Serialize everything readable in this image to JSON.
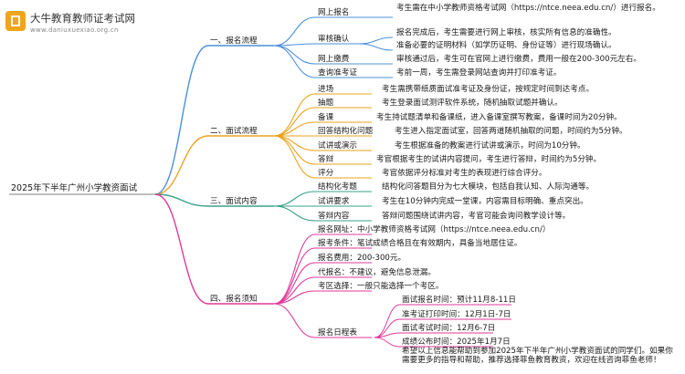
{
  "logo": {
    "name": "大牛教育教师证考试网",
    "url": "www.daniuxuexiao.org.cn"
  },
  "root": {
    "label": "2025年下半年广州小学教资面试"
  },
  "colors": {
    "c1": "#4a90d9",
    "c2": "#e8a31f",
    "c3": "#3aa18a",
    "c4": "#e0399a",
    "root": "#999999"
  },
  "branches": [
    {
      "label": "一、报名流程",
      "items": [
        {
          "label": "网上报名",
          "note": "考生需在中小学教师资格考试网（https://ntce.neea.edu.cn/）进行报名。"
        },
        {
          "label": "审核确认",
          "note": "报名完成后，考生需要进行网上审核，核实所有信息的准确性。"
        },
        {
          "label": "",
          "note": "准备必要的证明材料（如学历证明、身份证等）进行现场确认。"
        },
        {
          "label": "网上缴费",
          "note": "审核通过后，考生可在官网上进行缴费，费用一般在200-300元左右。"
        },
        {
          "label": "查询准考证",
          "note": "考前一周，考生需登录网站查询并打印准考证。"
        }
      ]
    },
    {
      "label": "二、面试流程",
      "items": [
        {
          "label": "进场",
          "note": "考生需携带纸质面试准考证及身份证，按规定时间到达考点。"
        },
        {
          "label": "抽题",
          "note": "考生登录面试测评软件系统，随机抽取试题并确认。"
        },
        {
          "label": "备课",
          "note": "考生持试题清单和备课纸，进入备课室撰写教案，备课时间为20分钟。"
        },
        {
          "label": "回答结构化问题",
          "note": "考生进入指定面试室，回答两道随机抽取的问题，时间约为5分钟。"
        },
        {
          "label": "试讲或演示",
          "note": "考生根据准备的教案进行试讲或演示，时间为10分钟。"
        },
        {
          "label": "答辩",
          "note": "考官根据考生的试讲内容提问，考生进行答辩，时间约为5分钟。"
        },
        {
          "label": "评分",
          "note": "考官依据评分标准对考生的表现进行综合评分。"
        }
      ]
    },
    {
      "label": "三、面试内容",
      "items": [
        {
          "label": "结构化考题",
          "note": "结构化问答题目分为七大模块，包括自我认知、人际沟通等。"
        },
        {
          "label": "试讲要求",
          "note": "考生在10分钟内完成一堂课，内容需目标明确、重点突出。"
        },
        {
          "label": "答辩内容",
          "note": "答辩问题围绕试讲内容，考官可能会询问教学设计等。"
        }
      ]
    },
    {
      "label": "四、报名须知",
      "items": [
        {
          "label": "报名网址：中小学教师资格考试网（https://ntce.neea.edu.cn/）"
        },
        {
          "label": "报考条件：笔试成绩合格且在有效期内，具备当地居住证。"
        },
        {
          "label": "报名费用：200-300元。"
        },
        {
          "label": "代报名：不建议，避免信息泄漏。"
        },
        {
          "label": "考区选择：一般只能选择一个考区。"
        },
        {
          "label": "报名日程表"
        }
      ],
      "schedule": [
        "面试报名时间：预计11月8-11日",
        "准考证打印时间：12月1日-7日",
        "面试考试时间：12月6-7日",
        "成绩公布时间：2025年1月7日"
      ],
      "closing": "希望以上信息能帮助到参加2025年下半年广州小学教资面试的同学们。如果你需要更多的指导和帮助，推荐选择菲鱼教育教资，欢迎在线咨询菲鱼老师！"
    }
  ]
}
